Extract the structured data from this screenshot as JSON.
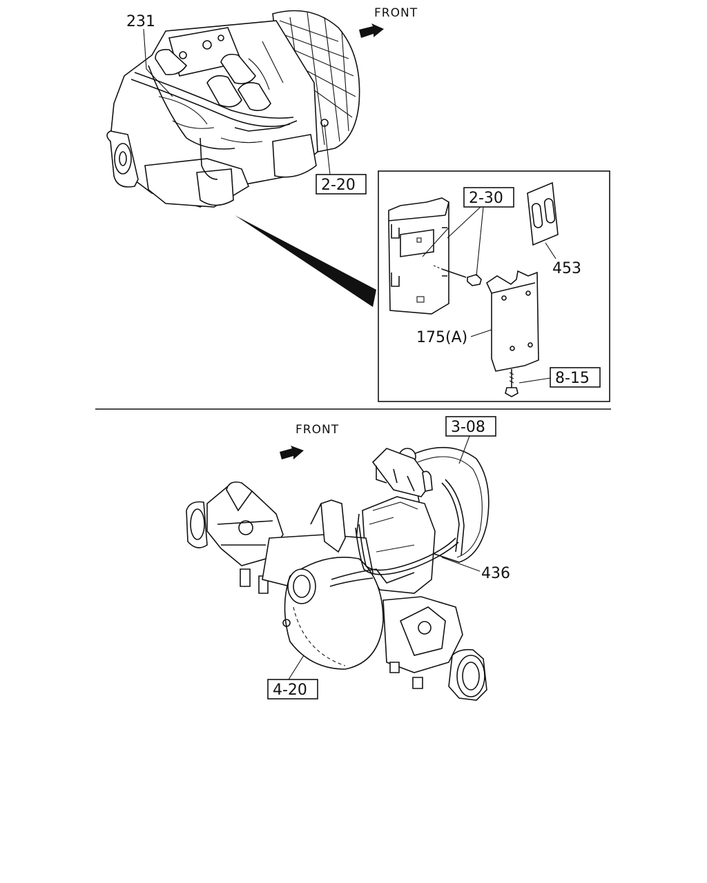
{
  "top": {
    "front_label": "FRONT",
    "transmission_ref": "231",
    "transmission_group_ref": "2-20"
  },
  "detail": {
    "bracket_group_ref": "2-30",
    "cover_ref": "453",
    "plate_ref": "175(A)",
    "bolt_group_ref": "8-15"
  },
  "bottom": {
    "front_label": "FRONT",
    "brake_group_ref": "3-08",
    "harness_ref": "436",
    "axle_group_ref": "4-20"
  }
}
